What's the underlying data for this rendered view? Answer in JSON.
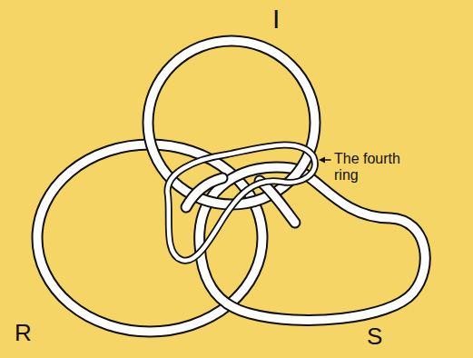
{
  "diagram": {
    "labels": [
      "I",
      "R",
      "S",
      "The fourth ring"
    ]
  }
}
